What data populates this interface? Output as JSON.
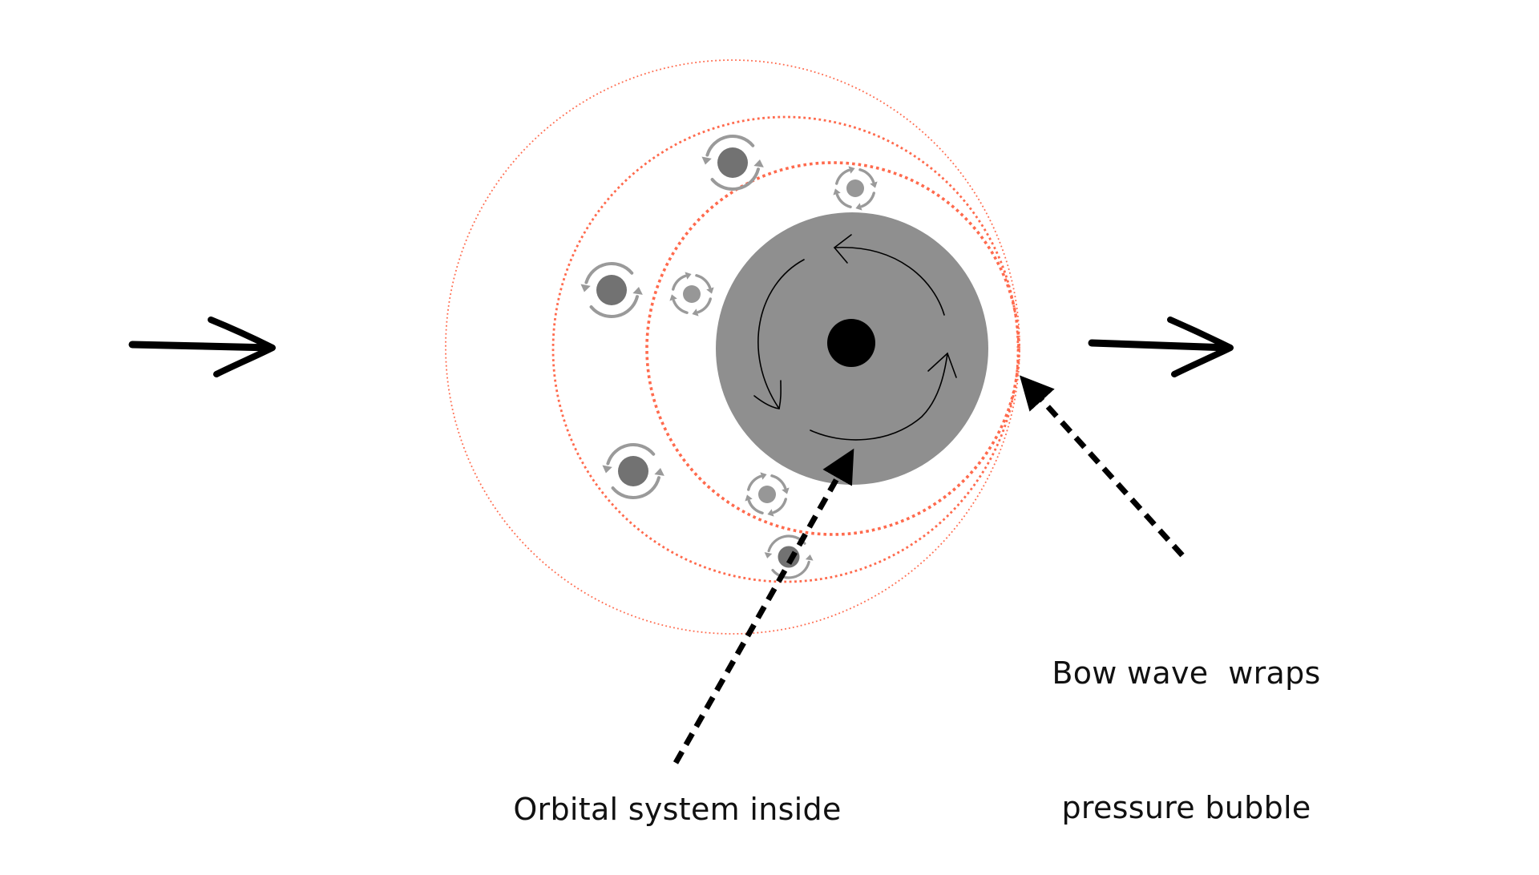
{
  "diagram": {
    "labels": {
      "bow_wave_line1": "Bow wave  wraps",
      "bow_wave_line2": "pressure bubble",
      "orbital": "Orbital system inside"
    },
    "elements": {
      "flow_arrows": [
        "incoming-flow-arrow",
        "outgoing-flow-arrow"
      ],
      "central_body": "pressure-bubble-disc with black core and three circulating arrows",
      "bow_wave_rings": 3,
      "orbiting_bodies": {
        "large_dark_with_ring_arrows": 4,
        "small_light_with_dashed_ring": 3
      },
      "pointers": [
        "bow-wave-pointer",
        "orbital-system-pointer"
      ]
    },
    "colors": {
      "bubble": "#8f8f8f",
      "core": "#000000",
      "bow_wave": "#ff6a4d",
      "dark_body": "#727272",
      "light_body": "#979797",
      "ring_arrow": "#9a9a9a",
      "ink": "#000000"
    }
  }
}
